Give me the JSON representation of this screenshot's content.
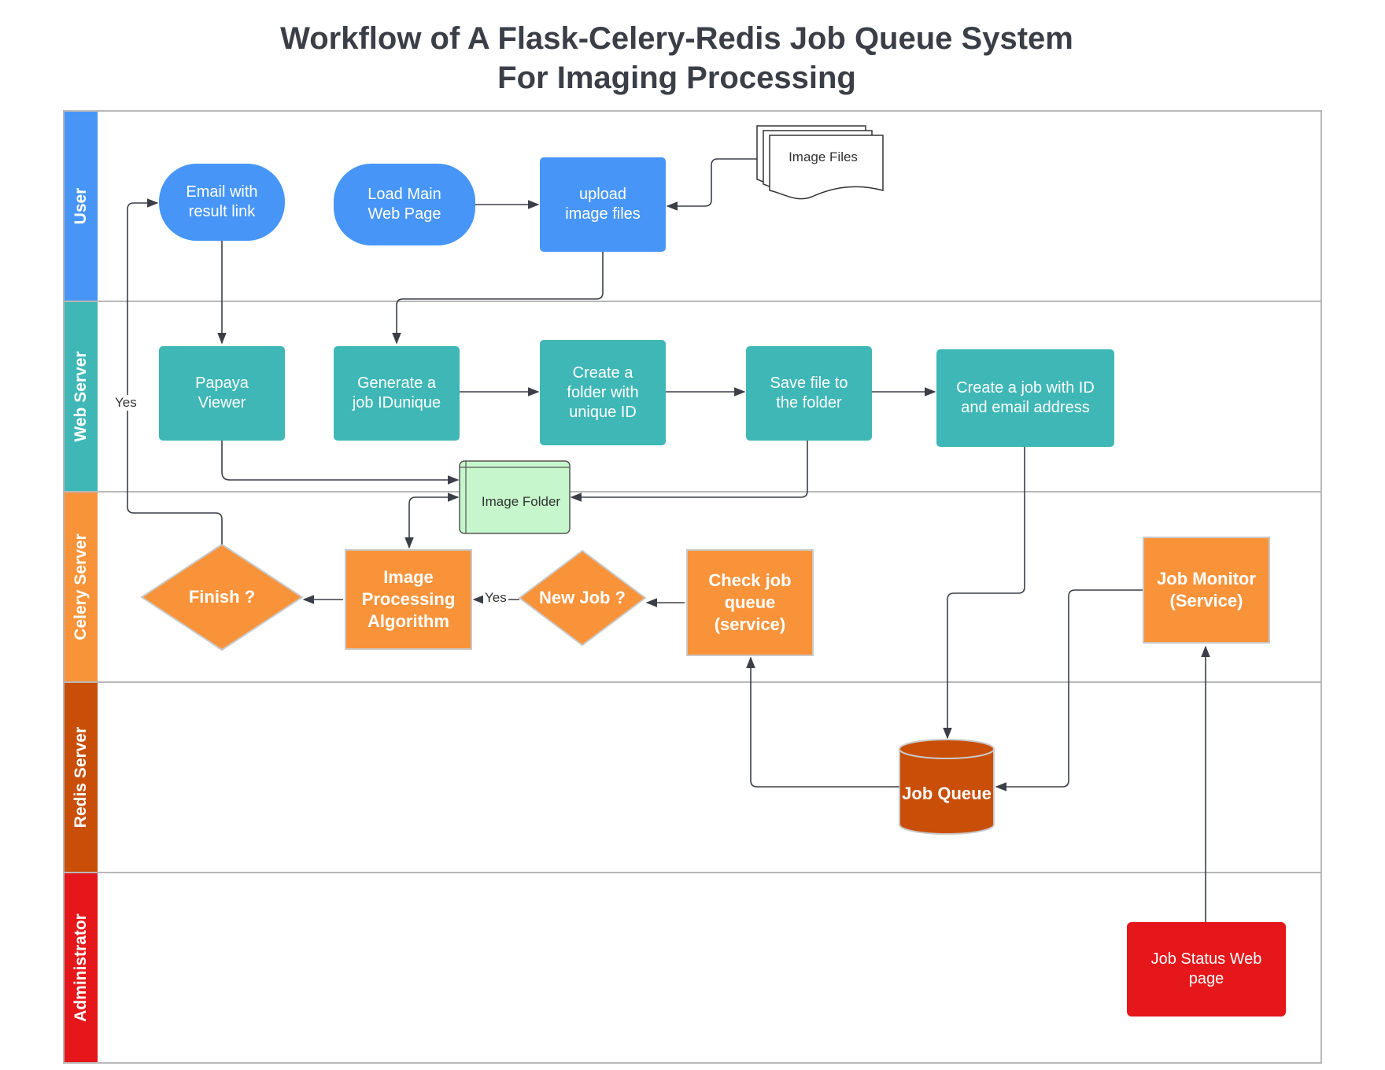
{
  "title": {
    "line1": "Workflow of A Flask-Celery-Redis Job Queue System",
    "line2": "For Imaging Processing"
  },
  "lanes": [
    {
      "label": "User",
      "color": "#4796f7"
    },
    {
      "label": "Web Server",
      "color": "#3eb7b6"
    },
    {
      "label": "Celery Server",
      "color": "#f9933a"
    },
    {
      "label": "Redis Server",
      "color": "#c94f08"
    },
    {
      "label": "Administrator",
      "color": "#e5171a"
    }
  ],
  "nodes": {
    "email": "Email with\nresult link",
    "load_page": "Load Main\nWeb Page",
    "upload": "upload\nimage files",
    "image_files": "Image Files",
    "papaya": "Papaya\nViewer",
    "gen_id": "Generate a\njob IDunique",
    "create_folder": "Create a\nfolder with\nunique  ID",
    "save_file": "Save file to\nthe folder",
    "create_job": "Create a job with ID\nand email address",
    "image_folder": "Image Folder",
    "finish": "Finish ?",
    "algorithm": "Image\nProcessing\nAlgorithm",
    "new_job": "New Job ?",
    "check_queue": "Check job\nqueue\n(service)",
    "job_monitor": "Job Monitor\n(Service)",
    "job_queue": "Job Queue",
    "status_page": "Job Status Web\npage"
  },
  "edge_labels": {
    "yes_finish": "Yes",
    "yes_newjob": "Yes"
  },
  "colors": {
    "arrow": "#3a3f47",
    "folder_fill": "#c6f6cb",
    "queue_fill": "#c94f08"
  }
}
